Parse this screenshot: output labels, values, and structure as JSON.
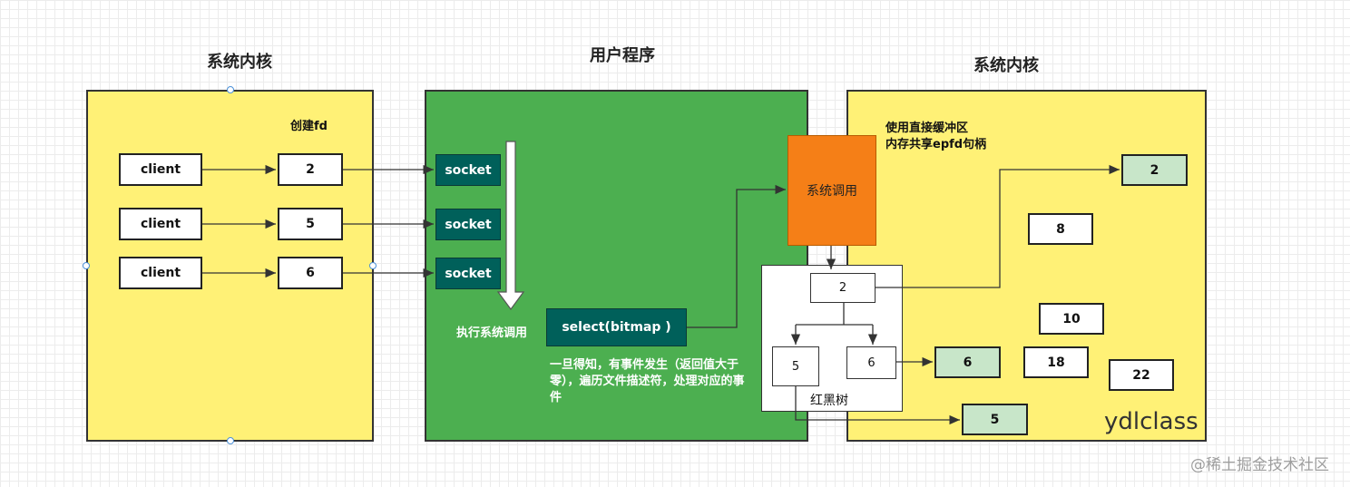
{
  "titles": {
    "left": "系统内核",
    "middle": "用户程序",
    "right": "系统内核"
  },
  "left_panel": {
    "create_fd_label": "创建fd",
    "clients": [
      "client",
      "client",
      "client"
    ],
    "fds": [
      "2",
      "5",
      "6"
    ]
  },
  "middle_panel": {
    "sockets": [
      "socket",
      "socket",
      "socket"
    ],
    "exec_call_label": "执行系统调用",
    "select_label": "select(bitmap )",
    "event_note": "一旦得知，有事件发生（返回值大于零），遍历文件描述符，处理对应的事件"
  },
  "right_panel": {
    "note_line1": "使用直接缓冲区",
    "note_line2": "内存共享epfd句柄",
    "syscall_label": "系统调用",
    "tree_root": "2",
    "tree_left": "5",
    "tree_right": "6",
    "tree_label": "红黑树",
    "ready": {
      "top": "2",
      "mid": "6",
      "bottom": "5"
    },
    "fds_white": [
      "8",
      "10",
      "18",
      "22"
    ],
    "brand": "ydlclass"
  },
  "watermark": "@稀土掘金技术社区",
  "colors": {
    "yellow": "#fff176",
    "green": "#4caf50",
    "socket": "#00605a",
    "orange": "#f57f17",
    "mint": "#c8e6c9"
  }
}
